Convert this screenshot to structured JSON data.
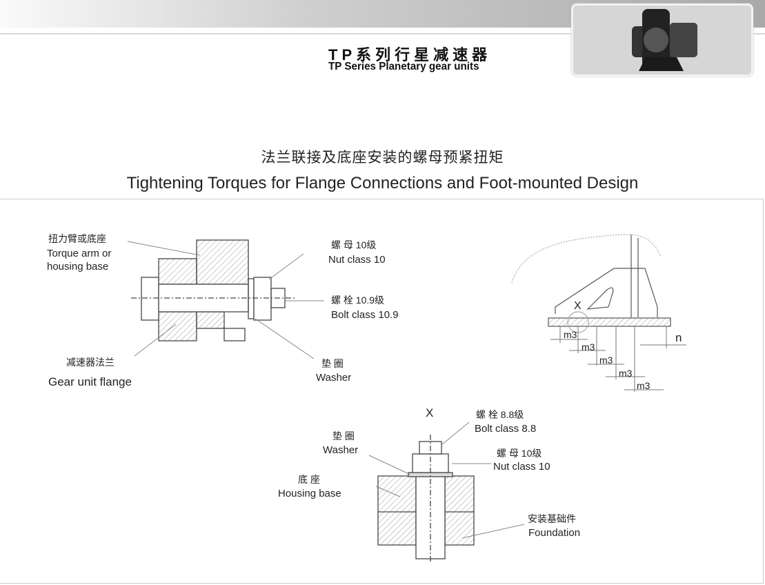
{
  "header": {
    "series_cn": "TP系列行星减速器",
    "series_en": "TP Series Planetary gear units"
  },
  "title": {
    "cn": "法兰联接及底座安装的螺母预紧扭矩",
    "en": "Tightening Torques for Flange Connections and Foot-mounted Design"
  },
  "flange_diagram": {
    "torque_arm_cn": "扭力臂或底座",
    "torque_arm_en1": "Torque arm or",
    "torque_arm_en2": "housing base",
    "nut_cn": "螺 母 10级",
    "nut_en": "Nut class 10",
    "bolt_cn": "螺 栓 10.9级",
    "bolt_en": "Bolt class 10.9",
    "flange_cn": "减速器法兰",
    "flange_en": "Gear unit flange",
    "washer_cn": "垫 圈",
    "washer_en": "Washer"
  },
  "foot_diagram": {
    "detail_mark": "X",
    "m3": [
      "m3",
      "m3",
      "m3",
      "m3",
      "m3"
    ],
    "n": "n"
  },
  "detail_x": {
    "mark": "X",
    "bolt_cn": "螺 栓 8.8级",
    "bolt_en": "Bolt class 8.8",
    "washer_cn": "垫 圈",
    "washer_en": "Washer",
    "nut_cn": "螺 母 10级",
    "nut_en": "Nut class 10",
    "base_cn": "底 座",
    "base_en": "Housing base",
    "foundation_cn": "安装基础件",
    "foundation_en": "Foundation"
  }
}
